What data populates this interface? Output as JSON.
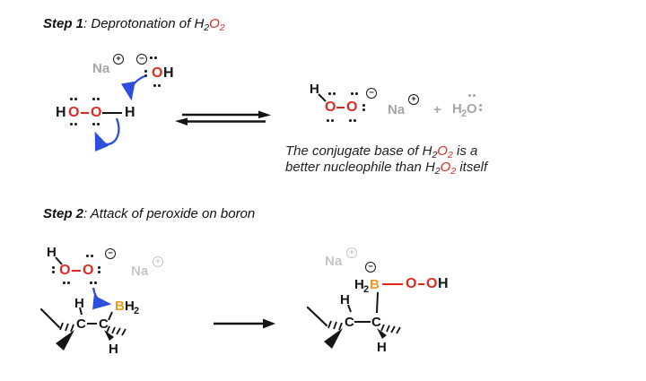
{
  "colors": {
    "oxygen": "#e02920",
    "boron": "#f0991f",
    "sodium": "#a6a6a6",
    "sodium-light": "#c6c6c6",
    "arrow": "#2d4fe0",
    "ink": "#151515"
  },
  "chars": {
    "plus": "+",
    "minus": "−",
    "plus_sign": "+"
  },
  "step1": {
    "label": "Step 1",
    "sep": ": ",
    "title": "Deprotonation of ",
    "formula": {
      "h": "H",
      "h_sub": "2",
      "o": "O",
      "o_sub": "2"
    },
    "sodium": "Na",
    "hydroxide": {
      "o": "O",
      "h": "H"
    },
    "peroxide": {
      "h1": "H",
      "o1": "O",
      "o2": "O",
      "h2": "H"
    },
    "product": {
      "h": "H",
      "o1": "O",
      "o2": "O"
    },
    "water": {
      "h": "H",
      "sub": "2",
      "o": "O"
    },
    "caption": {
      "line1_pre": "The conjugate base of ",
      "line1_post": " is a",
      "line2_pre": "better nucleophile than ",
      "line2_post": " itself"
    }
  },
  "step2": {
    "label": "Step 2",
    "sep": ": ",
    "title": "Attack of peroxide on boron",
    "sodium": "Na",
    "peroxide": {
      "h": "H",
      "o1": "O",
      "o2": "O"
    },
    "borane": {
      "b": "B",
      "h": "H",
      "sub": "2"
    },
    "skeleton": {
      "c1": "C",
      "c2": "C",
      "h_top": "H",
      "h_bottom": "H"
    },
    "product": {
      "h": "H",
      "sub": "2",
      "b": "B",
      "o1": "O",
      "o2": "O",
      "h2": "H"
    }
  }
}
